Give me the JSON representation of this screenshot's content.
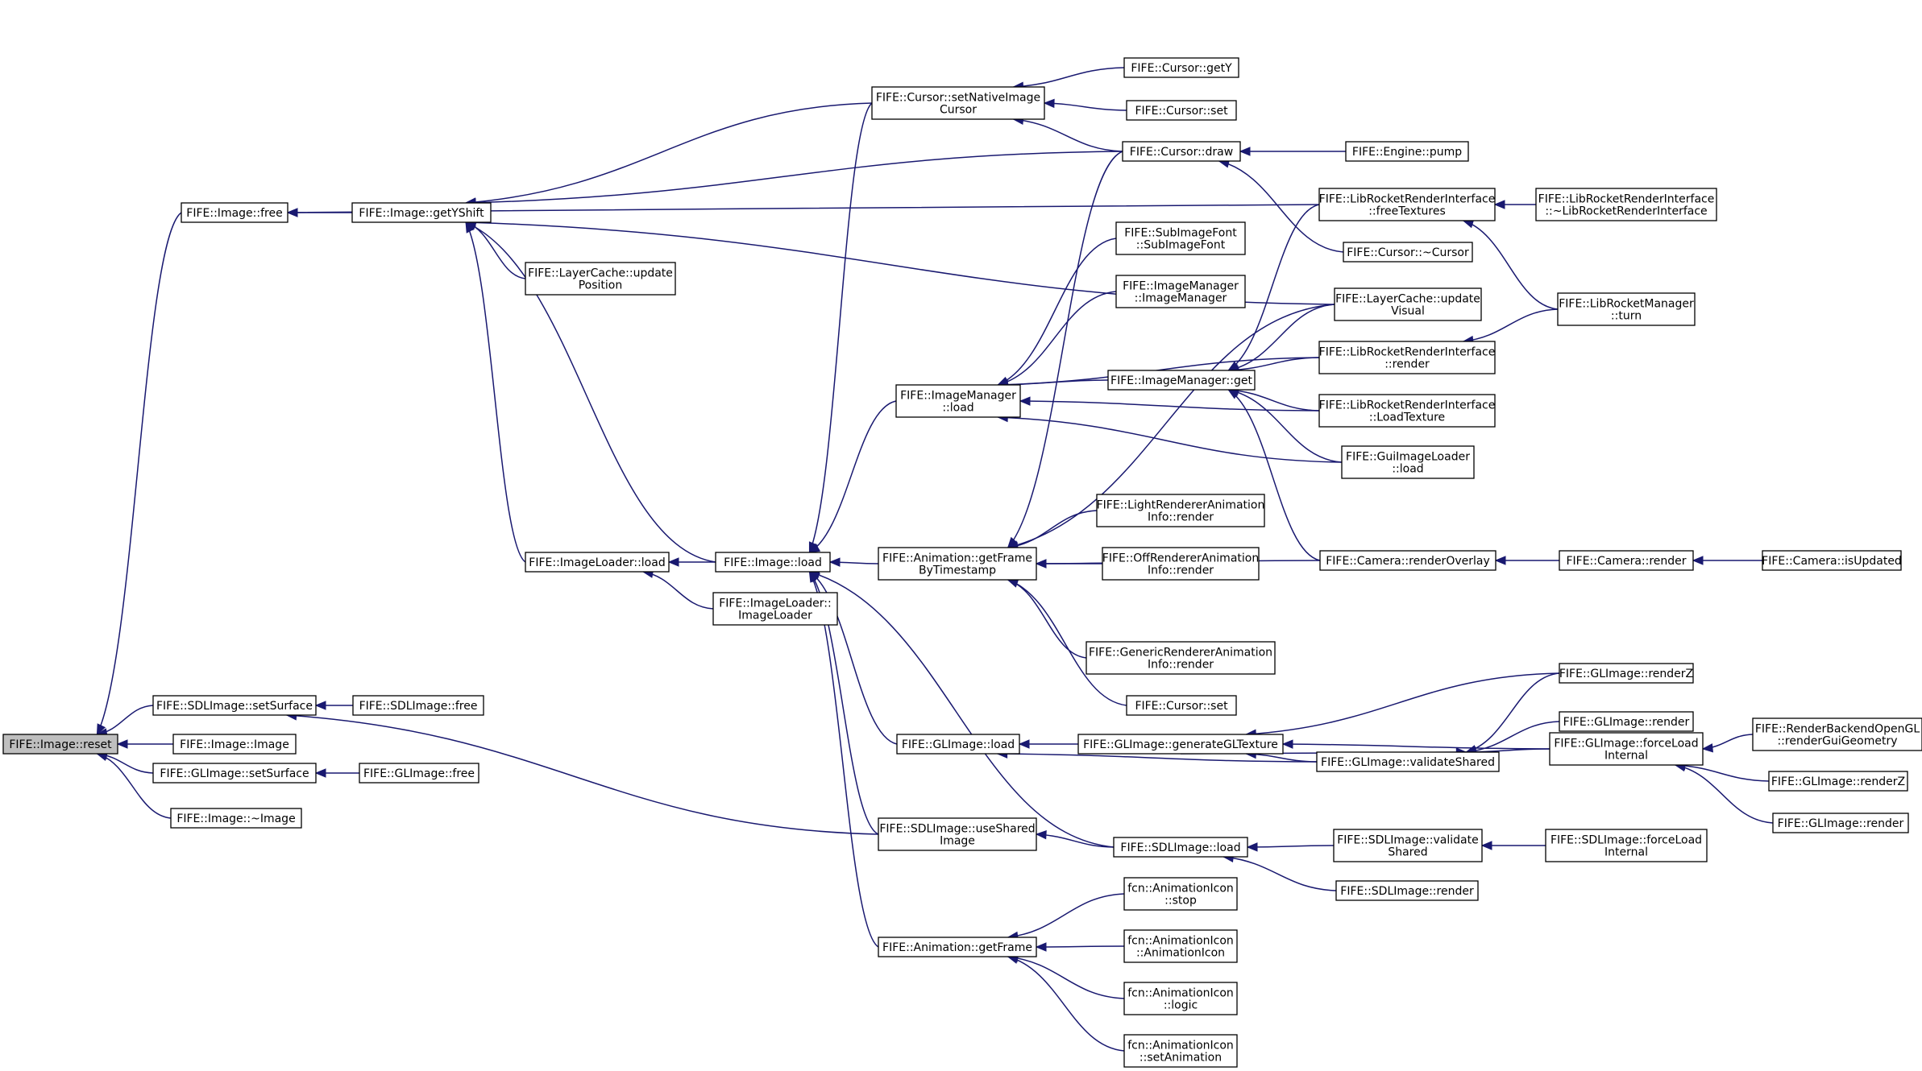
{
  "graph": {
    "type": "caller-graph",
    "root": "reset",
    "colors": {
      "edge": "#191970",
      "root_fill": "#bfbfbf",
      "node_fill": "#ffffff"
    },
    "nodes": [
      {
        "id": "reset",
        "lines": [
          "FIFE::Image::reset"
        ]
      },
      {
        "id": "img_free",
        "lines": [
          "FIFE::Image::free"
        ]
      },
      {
        "id": "sdl_setSurface",
        "lines": [
          "FIFE::SDLImage::setSurface"
        ]
      },
      {
        "id": "img_Image",
        "lines": [
          "FIFE::Image::Image"
        ]
      },
      {
        "id": "gl_setSurface",
        "lines": [
          "FIFE::GLImage::setSurface"
        ]
      },
      {
        "id": "img_dtor",
        "lines": [
          "FIFE::Image::~Image"
        ]
      },
      {
        "id": "getYShift",
        "lines": [
          "FIFE::Image::getYShift"
        ]
      },
      {
        "id": "sdl_free",
        "lines": [
          "FIFE::SDLImage::free"
        ]
      },
      {
        "id": "gl_free",
        "lines": [
          "FIFE::GLImage::free"
        ]
      },
      {
        "id": "lc_updatePosition",
        "lines": [
          "FIFE::LayerCache::update",
          "Position"
        ]
      },
      {
        "id": "il_load",
        "lines": [
          "FIFE::ImageLoader::load"
        ]
      },
      {
        "id": "img_load",
        "lines": [
          "FIFE::Image::load"
        ]
      },
      {
        "id": "il_ctor",
        "lines": [
          "FIFE::ImageLoader::",
          "ImageLoader"
        ]
      },
      {
        "id": "cur_setNative",
        "lines": [
          "FIFE::Cursor::setNativeImage",
          "Cursor"
        ]
      },
      {
        "id": "im_load",
        "lines": [
          "FIFE::ImageManager",
          "::load"
        ]
      },
      {
        "id": "anim_getFrameBy",
        "lines": [
          "FIFE::Animation::getFrame",
          "ByTimestamp"
        ]
      },
      {
        "id": "gl_load",
        "lines": [
          "FIFE::GLImage::load"
        ]
      },
      {
        "id": "sdl_useShared",
        "lines": [
          "FIFE::SDLImage::useShared",
          "Image"
        ]
      },
      {
        "id": "anim_getFrame",
        "lines": [
          "FIFE::Animation::getFrame"
        ]
      },
      {
        "id": "cur_getY",
        "lines": [
          "FIFE::Cursor::getY"
        ]
      },
      {
        "id": "cur_set1",
        "lines": [
          "FIFE::Cursor::set"
        ]
      },
      {
        "id": "cur_draw",
        "lines": [
          "FIFE::Cursor::draw"
        ]
      },
      {
        "id": "sif_ctor",
        "lines": [
          "FIFE::SubImageFont",
          "::SubImageFont"
        ]
      },
      {
        "id": "im_ctor",
        "lines": [
          "FIFE::ImageManager",
          "::ImageManager"
        ]
      },
      {
        "id": "im_get",
        "lines": [
          "FIFE::ImageManager::get"
        ]
      },
      {
        "id": "lrai_render",
        "lines": [
          "FIFE::LightRendererAnimation",
          "Info::render"
        ]
      },
      {
        "id": "orai_render",
        "lines": [
          "FIFE::OffRendererAnimation",
          "Info::render"
        ]
      },
      {
        "id": "grai_render",
        "lines": [
          "FIFE::GenericRendererAnimation",
          "Info::render"
        ]
      },
      {
        "id": "cur_set2",
        "lines": [
          "FIFE::Cursor::set"
        ]
      },
      {
        "id": "gl_genTex",
        "lines": [
          "FIFE::GLImage::generateGLTexture"
        ]
      },
      {
        "id": "sdl_load",
        "lines": [
          "FIFE::SDLImage::load"
        ]
      },
      {
        "id": "ai_stop",
        "lines": [
          "fcn::AnimationIcon",
          "::stop"
        ]
      },
      {
        "id": "ai_ctor",
        "lines": [
          "fcn::AnimationIcon",
          "::AnimationIcon"
        ]
      },
      {
        "id": "ai_logic",
        "lines": [
          "fcn::AnimationIcon",
          "::logic"
        ]
      },
      {
        "id": "ai_setAnim",
        "lines": [
          "fcn::AnimationIcon",
          "::setAnimation"
        ]
      },
      {
        "id": "eng_pump",
        "lines": [
          "FIFE::Engine::pump"
        ]
      },
      {
        "id": "lrri_freeTex",
        "lines": [
          "FIFE::LibRocketRenderInterface",
          "::freeTextures"
        ]
      },
      {
        "id": "cur_dtor",
        "lines": [
          "FIFE::Cursor::~Cursor"
        ]
      },
      {
        "id": "lc_updateVisual",
        "lines": [
          "FIFE::LayerCache::update",
          "Visual"
        ]
      },
      {
        "id": "lrri_render",
        "lines": [
          "FIFE::LibRocketRenderInterface",
          "::render"
        ]
      },
      {
        "id": "lrri_loadTex",
        "lines": [
          "FIFE::LibRocketRenderInterface",
          "::LoadTexture"
        ]
      },
      {
        "id": "gil_load",
        "lines": [
          "FIFE::GuiImageLoader",
          "::load"
        ]
      },
      {
        "id": "cam_renderOverlay",
        "lines": [
          "FIFE::Camera::renderOverlay"
        ]
      },
      {
        "id": "gl_validateShared",
        "lines": [
          "FIFE::GLImage::validateShared"
        ]
      },
      {
        "id": "sdl_validateShared",
        "lines": [
          "FIFE::SDLImage::validate",
          "Shared"
        ]
      },
      {
        "id": "sdl_render",
        "lines": [
          "FIFE::SDLImage::render"
        ]
      },
      {
        "id": "lrri_dtor",
        "lines": [
          "FIFE::LibRocketRenderInterface",
          "::~LibRocketRenderInterface"
        ]
      },
      {
        "id": "lrm_turn",
        "lines": [
          "FIFE::LibRocketManager",
          "::turn"
        ]
      },
      {
        "id": "cam_render",
        "lines": [
          "FIFE::Camera::render"
        ]
      },
      {
        "id": "gl_renderZ1",
        "lines": [
          "FIFE::GLImage::renderZ"
        ]
      },
      {
        "id": "gl_render1",
        "lines": [
          "FIFE::GLImage::render"
        ]
      },
      {
        "id": "gl_forceLoad",
        "lines": [
          "FIFE::GLImage::forceLoad",
          "Internal"
        ]
      },
      {
        "id": "sdl_forceLoad",
        "lines": [
          "FIFE::SDLImage::forceLoad",
          "Internal"
        ]
      },
      {
        "id": "cam_isUpdated",
        "lines": [
          "FIFE::Camera::isUpdated"
        ]
      },
      {
        "id": "rbogl_render",
        "lines": [
          "FIFE::RenderBackendOpenGL",
          "::renderGuiGeometry"
        ]
      },
      {
        "id": "gl_renderZ2",
        "lines": [
          "FIFE::GLImage::renderZ"
        ]
      },
      {
        "id": "gl_render2",
        "lines": [
          "FIFE::GLImage::render"
        ]
      }
    ],
    "edges": [
      [
        "reset",
        "img_free"
      ],
      [
        "reset",
        "sdl_setSurface"
      ],
      [
        "reset",
        "img_Image"
      ],
      [
        "reset",
        "gl_setSurface"
      ],
      [
        "reset",
        "img_dtor"
      ],
      [
        "img_free",
        "getYShift"
      ],
      [
        "img_free",
        "lrri_freeTex"
      ],
      [
        "sdl_setSurface",
        "sdl_free"
      ],
      [
        "sdl_setSurface",
        "sdl_useShared"
      ],
      [
        "gl_setSurface",
        "gl_free"
      ],
      [
        "getYShift",
        "cur_setNative"
      ],
      [
        "getYShift",
        "cur_draw"
      ],
      [
        "getYShift",
        "lc_updateVisual"
      ],
      [
        "getYShift",
        "lc_updatePosition"
      ],
      [
        "getYShift",
        "il_load"
      ],
      [
        "getYShift",
        "img_load"
      ],
      [
        "il_load",
        "img_load"
      ],
      [
        "il_load",
        "il_ctor"
      ],
      [
        "img_load",
        "cur_setNative"
      ],
      [
        "img_load",
        "im_load"
      ],
      [
        "img_load",
        "anim_getFrameBy"
      ],
      [
        "img_load",
        "gl_load"
      ],
      [
        "img_load",
        "sdl_useShared"
      ],
      [
        "img_load",
        "sdl_load"
      ],
      [
        "img_load",
        "anim_getFrame"
      ],
      [
        "cur_setNative",
        "cur_getY"
      ],
      [
        "cur_setNative",
        "cur_set1"
      ],
      [
        "cur_setNative",
        "cur_draw"
      ],
      [
        "cur_draw",
        "eng_pump"
      ],
      [
        "cur_draw",
        "cur_dtor"
      ],
      [
        "im_load",
        "sif_ctor"
      ],
      [
        "im_load",
        "im_ctor"
      ],
      [
        "im_load",
        "im_get"
      ],
      [
        "im_load",
        "lrri_render"
      ],
      [
        "im_load",
        "lrri_loadTex"
      ],
      [
        "im_load",
        "gil_load"
      ],
      [
        "im_get",
        "lrri_freeTex"
      ],
      [
        "im_get",
        "lc_updateVisual"
      ],
      [
        "im_get",
        "lrri_render"
      ],
      [
        "im_get",
        "lrri_loadTex"
      ],
      [
        "im_get",
        "gil_load"
      ],
      [
        "im_get",
        "cam_renderOverlay"
      ],
      [
        "anim_getFrameBy",
        "cur_draw"
      ],
      [
        "anim_getFrameBy",
        "lc_updateVisual"
      ],
      [
        "anim_getFrameBy",
        "lrai_render"
      ],
      [
        "anim_getFrameBy",
        "orai_render"
      ],
      [
        "anim_getFrameBy",
        "cam_renderOverlay"
      ],
      [
        "anim_getFrameBy",
        "grai_render"
      ],
      [
        "anim_getFrameBy",
        "cur_set2"
      ],
      [
        "gl_load",
        "gl_genTex"
      ],
      [
        "gl_load",
        "gl_validateShared"
      ],
      [
        "gl_genTex",
        "gl_renderZ1"
      ],
      [
        "gl_genTex",
        "gl_validateShared"
      ],
      [
        "gl_genTex",
        "gl_forceLoad"
      ],
      [
        "gl_validateShared",
        "gl_genTex"
      ],
      [
        "gl_validateShared",
        "gl_renderZ1"
      ],
      [
        "gl_validateShared",
        "gl_render1"
      ],
      [
        "gl_validateShared",
        "gl_forceLoad"
      ],
      [
        "gl_forceLoad",
        "rbogl_render"
      ],
      [
        "gl_forceLoad",
        "gl_renderZ2"
      ],
      [
        "gl_forceLoad",
        "gl_render2"
      ],
      [
        "sdl_useShared",
        "sdl_load"
      ],
      [
        "sdl_load",
        "sdl_validateShared"
      ],
      [
        "sdl_load",
        "sdl_render"
      ],
      [
        "sdl_validateShared",
        "sdl_forceLoad"
      ],
      [
        "anim_getFrame",
        "ai_stop"
      ],
      [
        "anim_getFrame",
        "ai_ctor"
      ],
      [
        "anim_getFrame",
        "ai_logic"
      ],
      [
        "anim_getFrame",
        "ai_setAnim"
      ],
      [
        "lrri_freeTex",
        "lrri_dtor"
      ],
      [
        "lrri_freeTex",
        "lrm_turn"
      ],
      [
        "lrri_render",
        "lrm_turn"
      ],
      [
        "cam_renderOverlay",
        "cam_render"
      ],
      [
        "cam_render",
        "cam_isUpdated"
      ]
    ]
  }
}
